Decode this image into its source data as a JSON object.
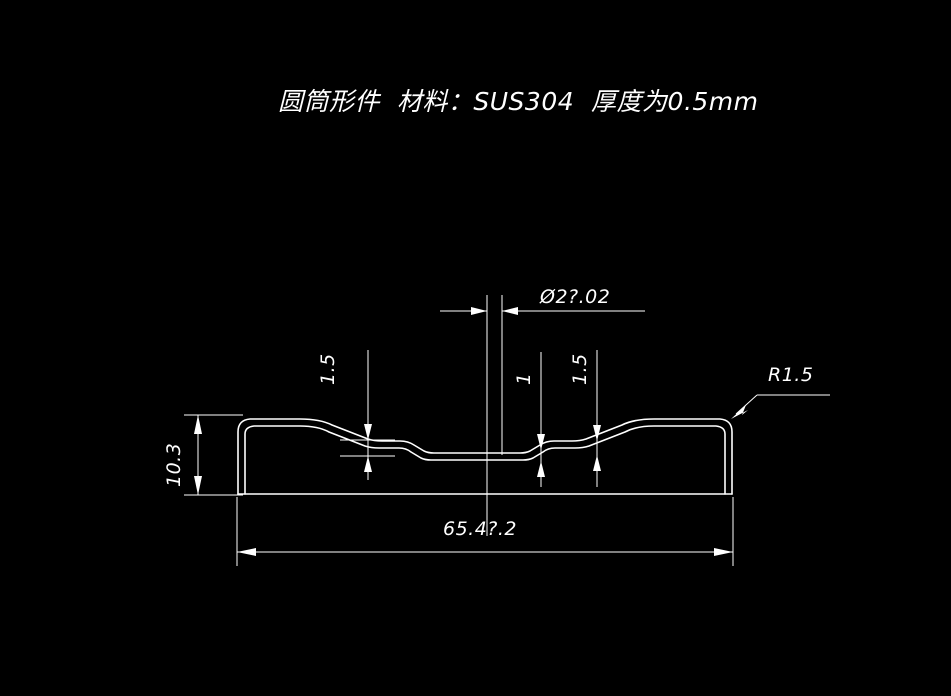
{
  "drawing": {
    "title": "圆筒形件  材料：SUS304  厚度为0.5mm",
    "background_color": "#000000",
    "line_color": "#ffffff",
    "view_type": "section-elevation"
  },
  "dimensions": {
    "overall_height": "10.3",
    "overall_length": "65.4?.2",
    "bore_diameter": "Ø2?.02",
    "step_left": "1.5",
    "step_center": "1",
    "step_right": "1.5",
    "corner_radius": "R1.5"
  },
  "labels": {
    "title": "圆筒形件  材料：SUS304  厚度为0.5mm",
    "height_label": "10.3",
    "length_label": "65.4?.2",
    "diameter_label": "Ø2?.02",
    "left_step_label": "1.5",
    "center_step_label": "1",
    "right_step_label": "1.5",
    "radius_label": "R1.5"
  },
  "material": {
    "name": "SUS304",
    "thickness": "0.5mm",
    "part_type": "圆筒形件"
  }
}
